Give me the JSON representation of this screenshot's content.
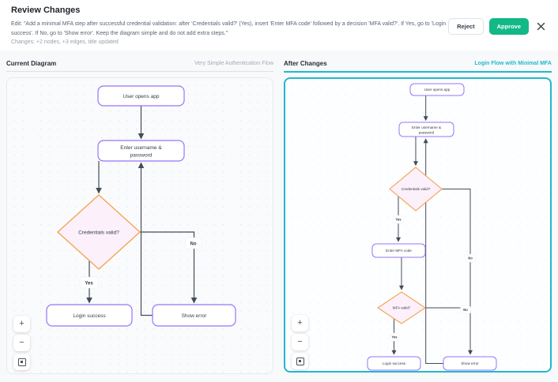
{
  "header": {
    "title": "Review Changes",
    "edit_text": "Edit: \"Add a minimal MFA step after successful credential validation: after 'Credentials valid?' (Yes), insert 'Enter MFA code' followed by a decision 'MFA valid?'. If Yes, go to 'Login success'. If No, go to 'Show error'. Keep the diagram simple and do not add extra steps.\"",
    "changes_summary": "Changes: +2 nodes, +3 edges, title updated",
    "reject_label": "Reject",
    "approve_label": "Approve"
  },
  "colors": {
    "approve_green": "#12b886",
    "panel_cyan": "#22b8cf",
    "node_purple": "#9775fa",
    "decision_orange": "#f5a14b",
    "decision_fill": "#fcf0fb",
    "edge_color": "#434c59"
  },
  "canvas_controls": {
    "zoom_in": "+",
    "zoom_out": "−"
  },
  "panels": {
    "current": {
      "heading": "Current Diagram",
      "diagram_title": "Very Simple Authentication Flow",
      "nodes": {
        "start": "User opens app",
        "enter_credentials_line1": "Enter username &",
        "enter_credentials_line2": "password",
        "decision_credentials": "Credentials valid?",
        "success": "Login success",
        "error": "Show error"
      },
      "edge_labels": {
        "yes": "Yes",
        "no": "No"
      }
    },
    "after": {
      "heading": "After Changes",
      "diagram_title": "Login Flow with Minimal MFA",
      "nodes": {
        "start": "User opens app",
        "enter_credentials_line1": "Enter username &",
        "enter_credentials_line2": "password",
        "decision_credentials": "Credentials valid?",
        "enter_mfa": "Enter MFA code",
        "decision_mfa": "MFA valid?",
        "success": "Login success",
        "error": "Show error"
      },
      "edge_labels": {
        "yes1": "Yes",
        "no1": "No",
        "yes2": "Yes",
        "no2": "No"
      }
    }
  }
}
